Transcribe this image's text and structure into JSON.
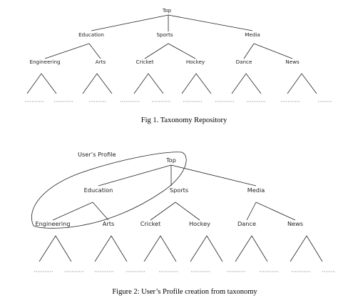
{
  "figure1": {
    "nodes": {
      "top": "Top",
      "education": "Education",
      "sports": "Sports",
      "media": "Media",
      "engineering": "Engineering",
      "arts": "Arts",
      "cricket": "Cricket",
      "hockey": "Hockey",
      "dance": "Dance",
      "news": "News"
    },
    "caption": "Fig 1. Taxonomy Repository"
  },
  "figure2": {
    "profile_label": "User’s Profile",
    "nodes": {
      "top": "Top",
      "education": "Education",
      "sports": "Sports",
      "media": "Media",
      "engineering": "Engineering",
      "arts": "Arts",
      "cricket": "Cricket",
      "hockey": "Hockey",
      "dance": "Dance",
      "news": "News"
    },
    "caption": "Figure 2: User’s Profile creation from taxonomy"
  }
}
